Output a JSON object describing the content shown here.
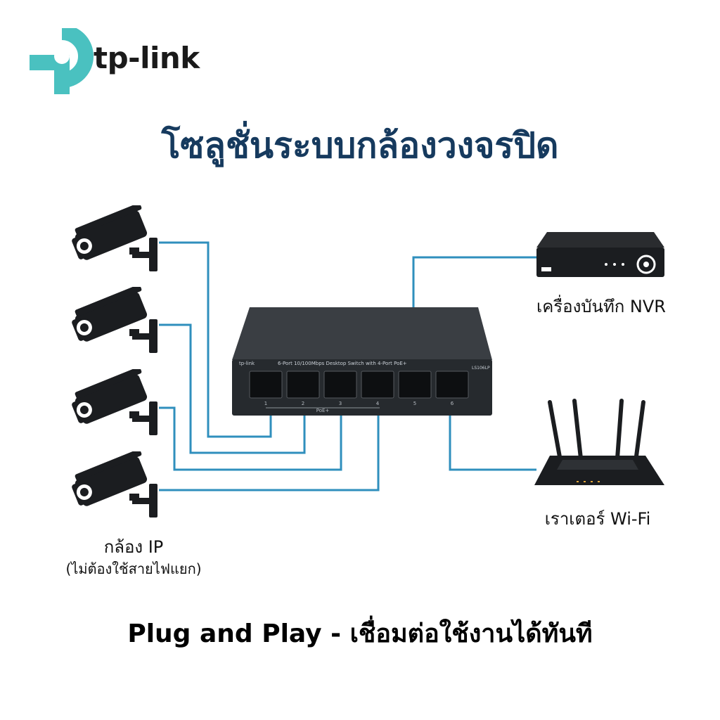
{
  "brand": {
    "name": "tp-link",
    "color": "#4ac1c0"
  },
  "headline": "โซลูชั่นระบบกล้องวงจรปิด",
  "cameras": {
    "count": 4,
    "label": "กล้อง IP",
    "note": "(ไม่ต้องใช้สายไฟแยก)"
  },
  "switch": {
    "logo": "tp-link",
    "title": "6-Port 10/100Mbps Desktop Switch with 4-Port PoE+",
    "model": "LS106LP",
    "port_numbers": [
      "1",
      "2",
      "3",
      "4",
      "5",
      "6"
    ],
    "poe_label": "PoE+"
  },
  "nvr": {
    "label": "เครื่องบันทึก NVR"
  },
  "router": {
    "label": "เราเตอร์ Wi-Fi"
  },
  "footer": "Plug and Play - เชื่อมต่อใช้งานได้ทันที",
  "colors": {
    "headline": "#163a5e",
    "wire": "#2f8fbd",
    "device": "#1b1d20"
  }
}
